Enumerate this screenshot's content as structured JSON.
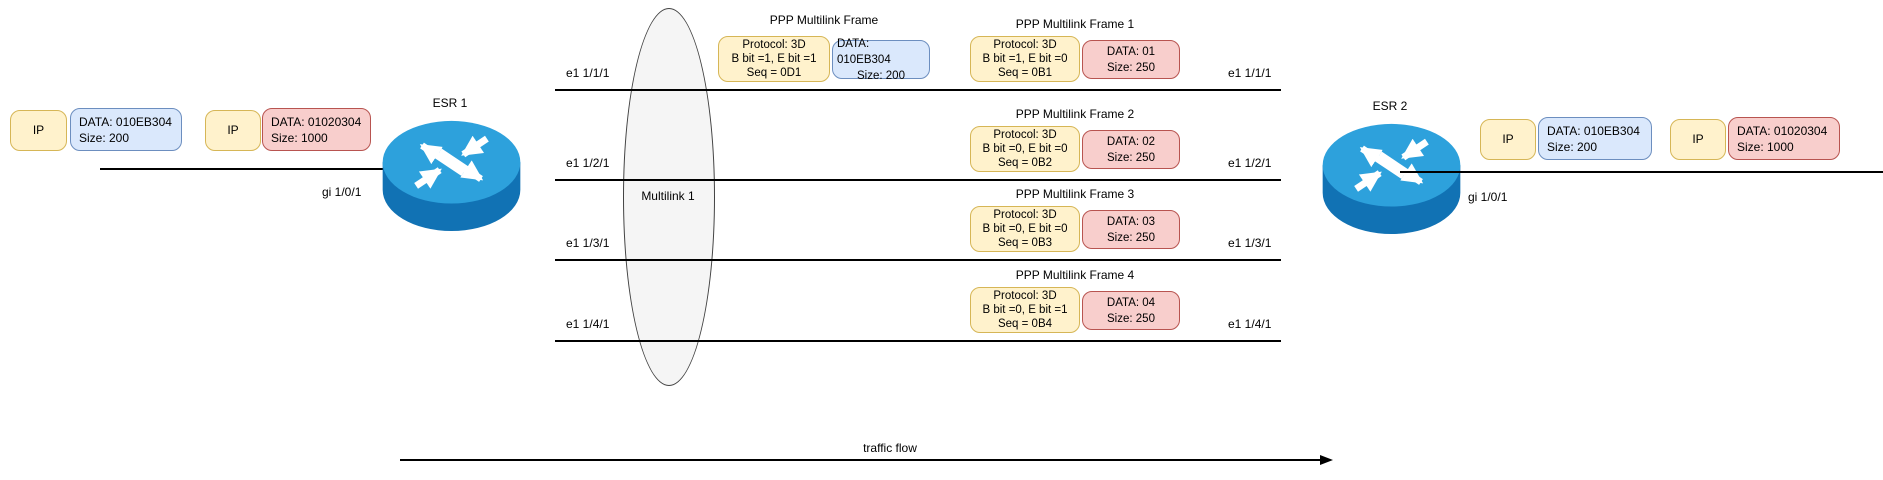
{
  "colors": {
    "packet_header_fill": "#FFF2CC",
    "packet_header_stroke": "#D6B656",
    "data_blue_fill": "#DAE8FC",
    "data_blue_stroke": "#6C8EBF",
    "data_red_fill": "#F8CECC",
    "data_red_stroke": "#B85450",
    "multilink_fill": "#F5F5F5",
    "router_top": "#2DA1DC",
    "router_body": "#1172B4"
  },
  "packets": {
    "left": [
      {
        "header": "IP",
        "data": {
          "l1": "DATA: 010EB304",
          "l2": "Size: 200"
        },
        "color": "blue"
      },
      {
        "header": "IP",
        "data": {
          "l1": "DATA: 01020304",
          "l2": "Size: 1000"
        },
        "color": "red"
      }
    ],
    "right": [
      {
        "header": "IP",
        "data": {
          "l1": "DATA: 010EB304",
          "l2": "Size: 200"
        },
        "color": "blue"
      },
      {
        "header": "IP",
        "data": {
          "l1": "DATA: 01020304",
          "l2": "Size: 1000"
        },
        "color": "red"
      }
    ]
  },
  "routers": {
    "left": {
      "name": "ESR 1",
      "port": "gi 1/0/1"
    },
    "right": {
      "name": "ESR 2",
      "port": "gi 1/0/1"
    }
  },
  "bundle": {
    "label": "Multilink 1",
    "links": [
      {
        "left": "e1 1/1/1",
        "right": "e1 1/1/1"
      },
      {
        "left": "e1 1/2/1",
        "right": "e1 1/2/1"
      },
      {
        "left": "e1 1/3/1",
        "right": "e1 1/3/1"
      },
      {
        "left": "e1 1/4/1",
        "right": "e1 1/4/1"
      }
    ]
  },
  "assembled_frame": {
    "title": "PPP Multilink Frame",
    "protocol": "Protocol: 3D",
    "bits": "B bit =1, E bit =1",
    "seq": "Seq = 0D1",
    "data": {
      "l1": "DATA: 010EB304",
      "l2": "Size: 200"
    }
  },
  "fragment_frames": [
    {
      "title": "PPP Multilink Frame 1",
      "protocol": "Protocol: 3D",
      "bits": "B bit =1, E bit =0",
      "seq": "Seq = 0B1",
      "data": {
        "l1": "DATA: 01",
        "l2": "Size: 250"
      }
    },
    {
      "title": "PPP Multilink Frame 2",
      "protocol": "Protocol: 3D",
      "bits": "B bit =0, E bit =0",
      "seq": "Seq = 0B2",
      "data": {
        "l1": "DATA: 02",
        "l2": "Size: 250"
      }
    },
    {
      "title": "PPP Multilink Frame 3",
      "protocol": "Protocol: 3D",
      "bits": "B bit =0, E bit =0",
      "seq": "Seq = 0B3",
      "data": {
        "l1": "DATA: 03",
        "l2": "Size: 250"
      }
    },
    {
      "title": "PPP Multilink Frame 4",
      "protocol": "Protocol: 3D",
      "bits": "B bit =0, E bit =1",
      "seq": "Seq = 0B4",
      "data": {
        "l1": "DATA: 04",
        "l2": "Size: 250"
      }
    }
  ],
  "traffic_flow": {
    "label": "traffic flow"
  }
}
